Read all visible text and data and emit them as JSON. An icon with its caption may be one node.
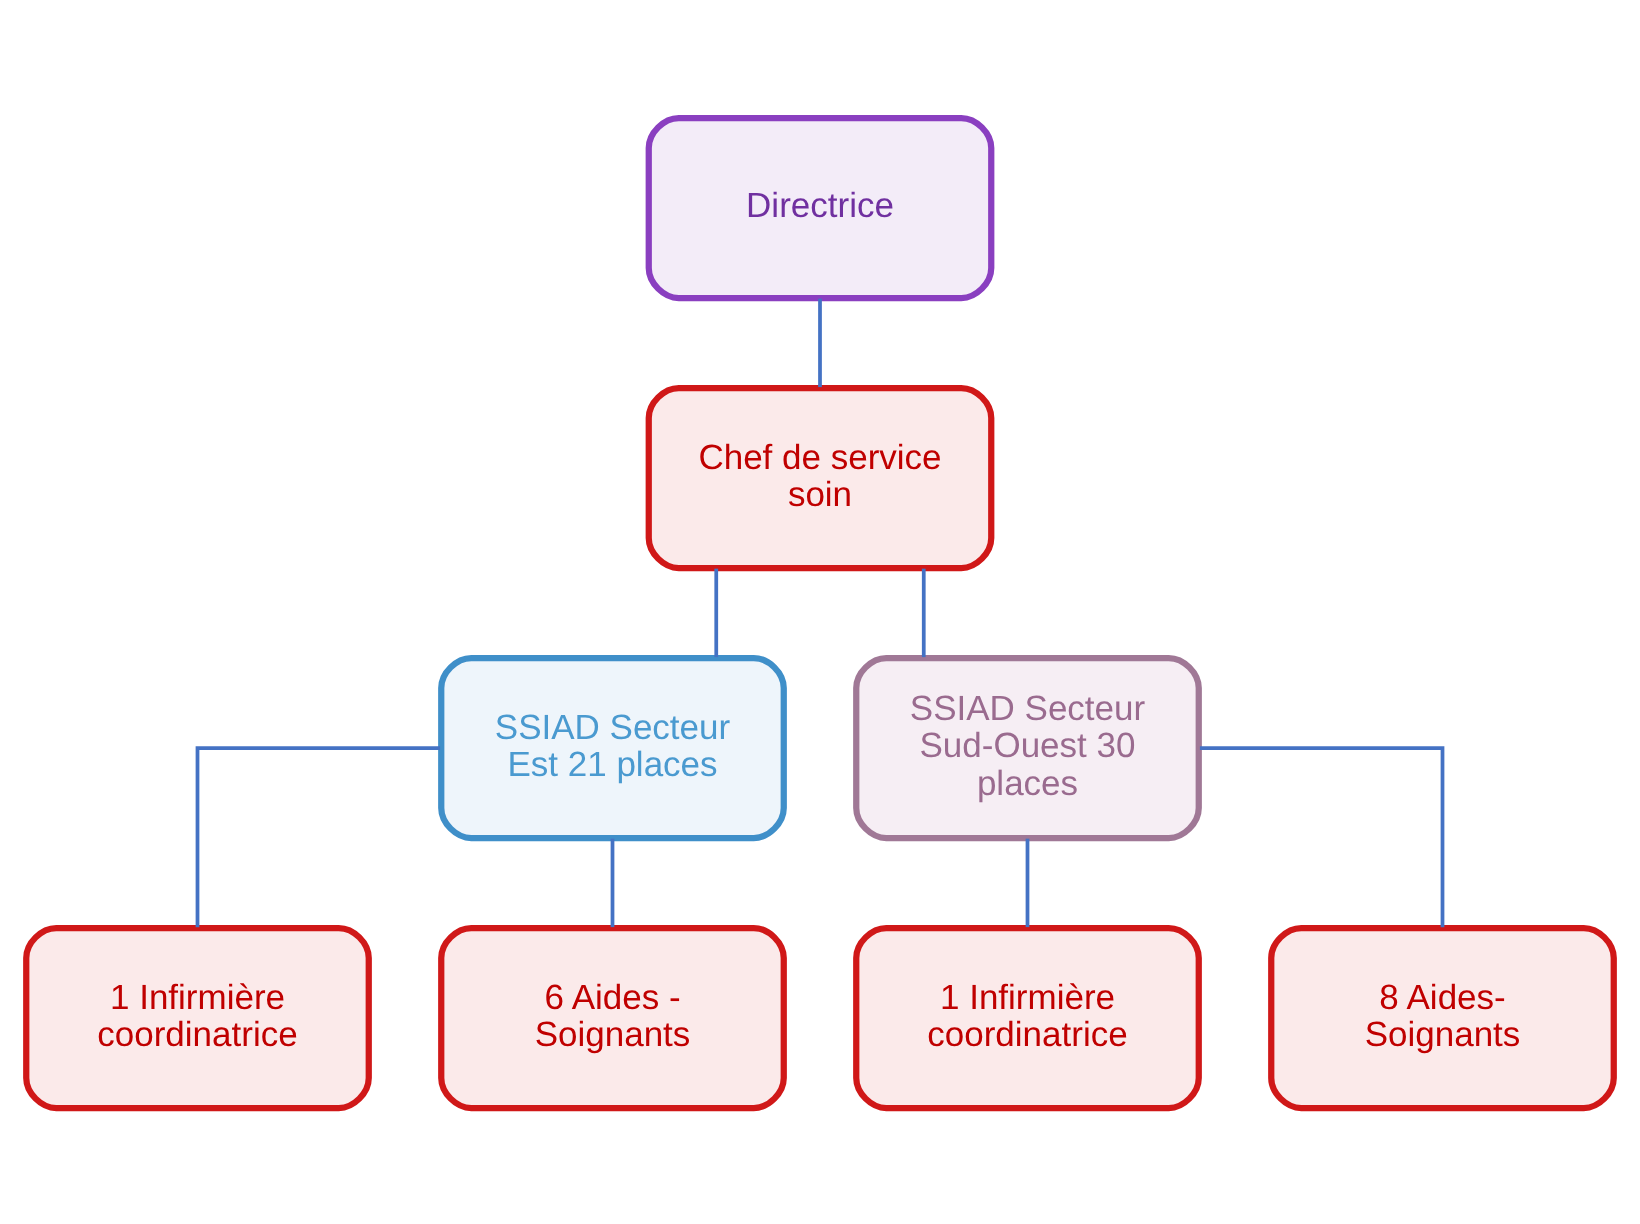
{
  "diagram": {
    "nodes": [
      {
        "text": [
          "Directrice"
        ]
      },
      {
        "text": [
          "Chef de service soin"
        ]
      },
      {
        "text": [
          "SSIAD Secteur Est 21 places"
        ]
      },
      {
        "text": [
          "SSIAD Secteur Sud-Ouest 30 places"
        ]
      },
      {
        "text": [
          "1 Infirmière coordinatrice"
        ]
      },
      {
        "text": [
          "6 Aides - Soignants"
        ]
      },
      {
        "text": [
          "1 Infirmière coordinatrice"
        ]
      },
      {
        "text": [
          "8 Aides-Soignants"
        ]
      }
    ],
    "edges": [
      {
        "from": 0,
        "to": 1,
        "arrow": "none"
      },
      {
        "from": 1,
        "to": 2,
        "arrow": "none"
      },
      {
        "from": 1,
        "to": 3,
        "arrow": "none"
      },
      {
        "from": 2,
        "to": 4,
        "arrow": "none"
      },
      {
        "from": 2,
        "to": 5,
        "arrow": "none"
      },
      {
        "from": 3,
        "to": 6,
        "arrow": "none"
      },
      {
        "from": 3,
        "to": 7,
        "arrow": "none"
      }
    ]
  }
}
